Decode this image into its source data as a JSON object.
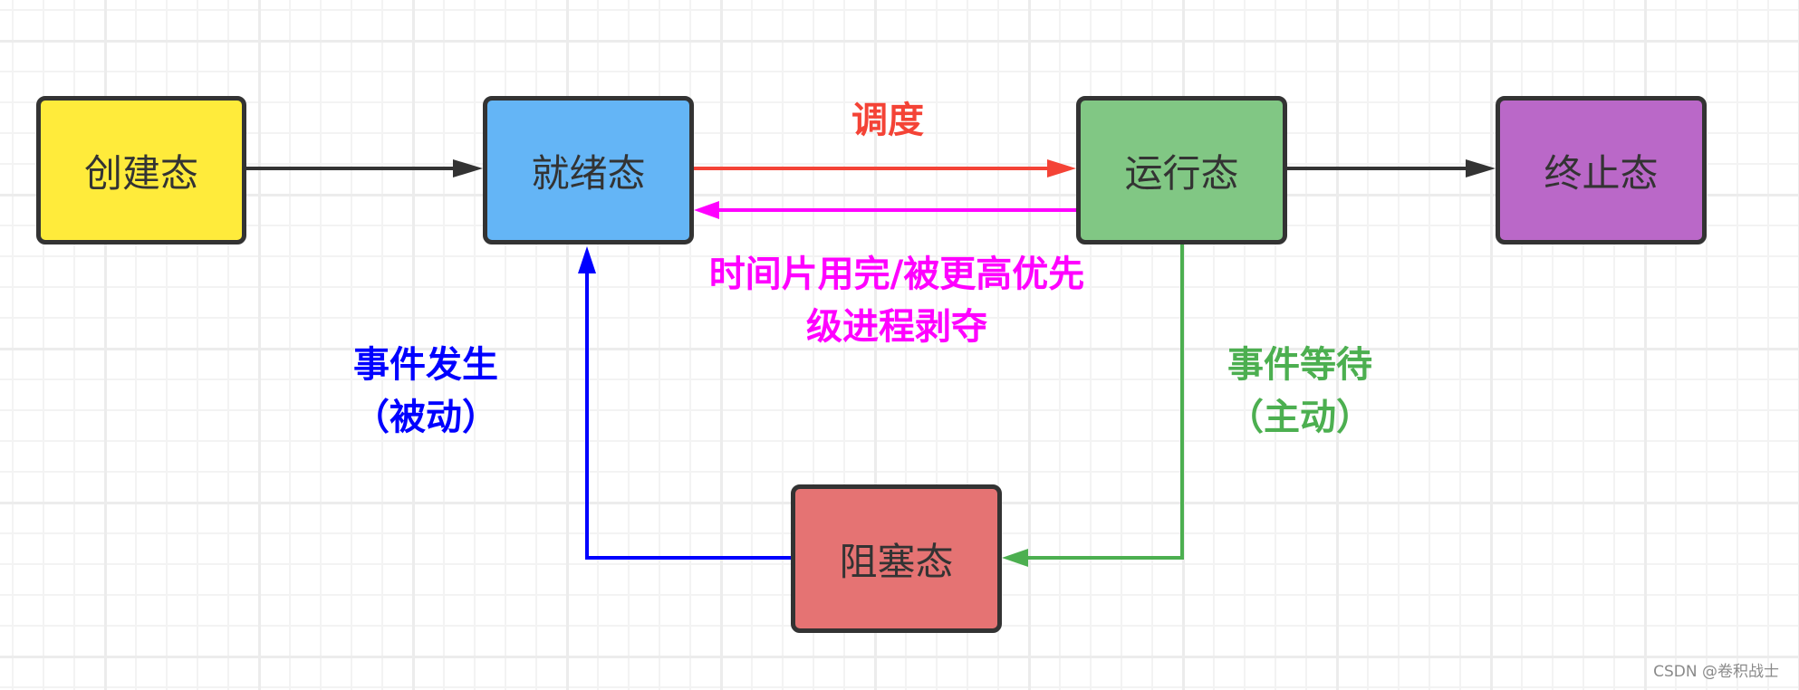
{
  "diagram": {
    "type": "process-state-transition",
    "nodes": {
      "create": {
        "label": "创建态",
        "color": "#FFEB3B"
      },
      "ready": {
        "label": "就绪态",
        "color": "#64B5F6"
      },
      "running": {
        "label": "运行态",
        "color": "#81C784"
      },
      "terminated": {
        "label": "终止态",
        "color": "#BA68C8"
      },
      "blocked": {
        "label": "阻塞态",
        "color": "#E57373"
      }
    },
    "edges": [
      {
        "from": "create",
        "to": "ready",
        "label": "",
        "color": "#333333"
      },
      {
        "from": "ready",
        "to": "running",
        "label": "调度",
        "color": "#F44336"
      },
      {
        "from": "running",
        "to": "ready",
        "label": "时间片用完/被更高优先级进程剥夺",
        "color": "#FF00FF"
      },
      {
        "from": "running",
        "to": "terminated",
        "label": "",
        "color": "#333333"
      },
      {
        "from": "running",
        "to": "blocked",
        "label": "事件等待（主动）",
        "color": "#4CAF50"
      },
      {
        "from": "blocked",
        "to": "ready",
        "label": "事件发生（被动）",
        "color": "#0000FF"
      }
    ]
  },
  "labels": {
    "schedule": "调度",
    "preempt_line1": "时间片用完/被更高优先",
    "preempt_line2": "级进程剥夺",
    "event_occur_line1": "事件发生",
    "event_occur_line2": "（被动）",
    "event_wait_line1": "事件等待",
    "event_wait_line2": "（主动）"
  },
  "watermark": "CSDN @卷积战士"
}
